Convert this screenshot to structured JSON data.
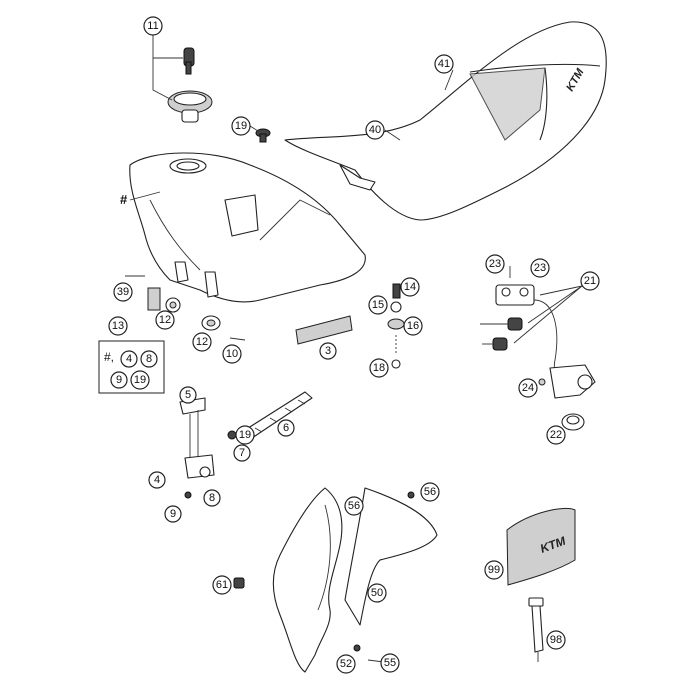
{
  "diagram": {
    "callouts": [
      "11",
      "19",
      "41",
      "40",
      "23",
      "23",
      "21",
      "39",
      "12",
      "14",
      "15",
      "16",
      "13",
      "4",
      "8",
      "9",
      "19",
      "12",
      "10",
      "3",
      "18",
      "24",
      "22",
      "5",
      "6",
      "7",
      "4",
      "8",
      "9",
      "56",
      "56",
      "99",
      "61",
      "50",
      "98",
      "52",
      "55"
    ],
    "hash_marks": [
      "#"
    ],
    "kit_box": {
      "line1_prefix": "#,",
      "line1_a": "4",
      "line1_b": "8",
      "line2_a": "9",
      "line2_b": "19"
    },
    "brand_mark": "KTM"
  }
}
